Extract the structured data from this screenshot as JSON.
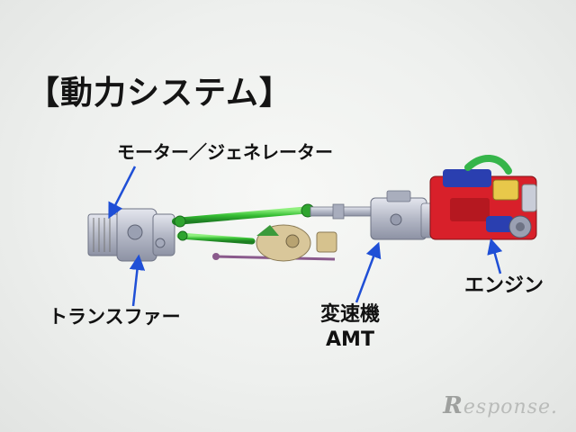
{
  "slide": {
    "title": "【動力システム】"
  },
  "labels": {
    "motor_generator": "モーター／ジェネレーター",
    "transfer": "トランスファー",
    "transmission_line1": "変速機",
    "transmission_line2": "AMT",
    "engine": "エンジン"
  },
  "watermark": {
    "logo_initial": "R",
    "logo_rest": "esponse."
  },
  "colors": {
    "arrow": "#1f4fd6",
    "shaft_green": "#39c23a",
    "engine_red": "#d8202a",
    "engine_blue": "#2a3fb0",
    "housing_gray": "#b8bcc8"
  }
}
